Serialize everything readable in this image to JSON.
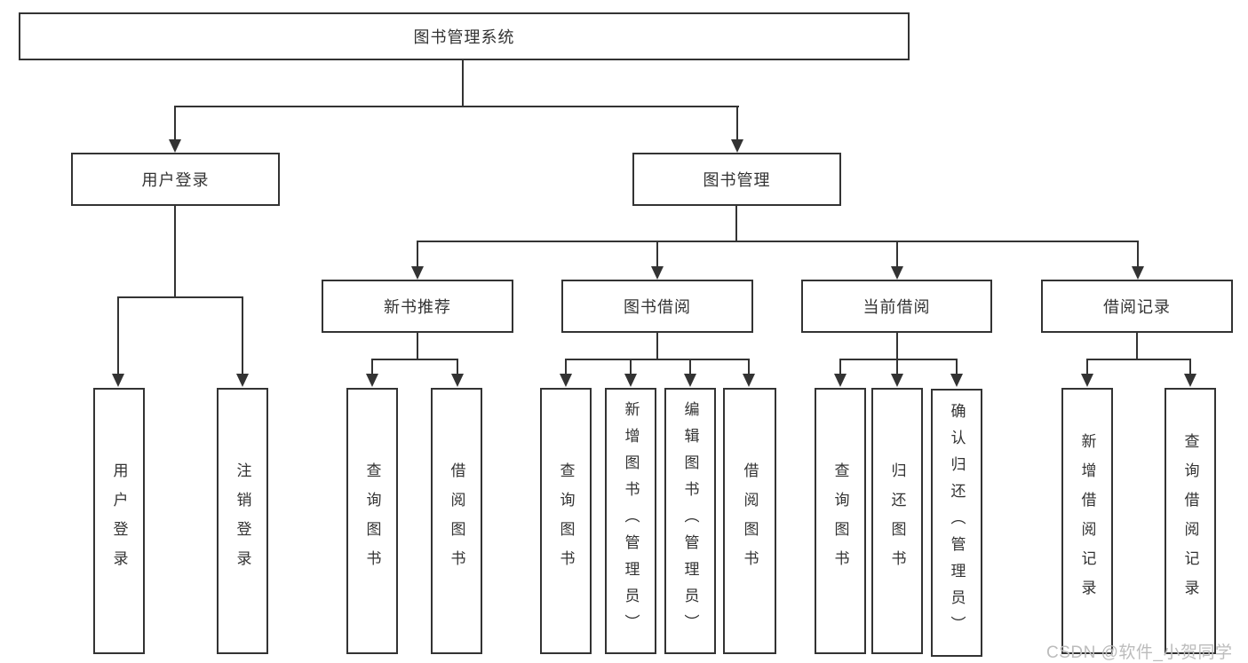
{
  "diagram_type": "hierarchy-tree",
  "colors": {
    "background": "#ffffff",
    "line": "#333333",
    "box_border": "#333333",
    "text": "#333333",
    "watermark_text": "#bcbcbc"
  },
  "tree": {
    "label": "图书管理系统",
    "children": [
      {
        "label": "用户登录",
        "children": [
          {
            "label": "用户登录"
          },
          {
            "label": "注销登录"
          }
        ]
      },
      {
        "label": "图书管理",
        "children": [
          {
            "label": "新书推荐",
            "children": [
              {
                "label": "查询图书"
              },
              {
                "label": "借阅图书"
              }
            ]
          },
          {
            "label": "图书借阅",
            "children": [
              {
                "label": "查询图书"
              },
              {
                "label": "新增图书（管理员）"
              },
              {
                "label": "编辑图书（管理员）"
              },
              {
                "label": "借阅图书"
              }
            ]
          },
          {
            "label": "当前借阅",
            "children": [
              {
                "label": "查询图书"
              },
              {
                "label": "归还图书"
              },
              {
                "label": "确认归还（管理员）"
              }
            ]
          },
          {
            "label": "借阅记录",
            "children": [
              {
                "label": "新增借阅记录"
              },
              {
                "label": "查询借阅记录"
              }
            ]
          }
        ]
      }
    ]
  },
  "watermark": {
    "text": "CSDN @软件_小贺同学"
  }
}
